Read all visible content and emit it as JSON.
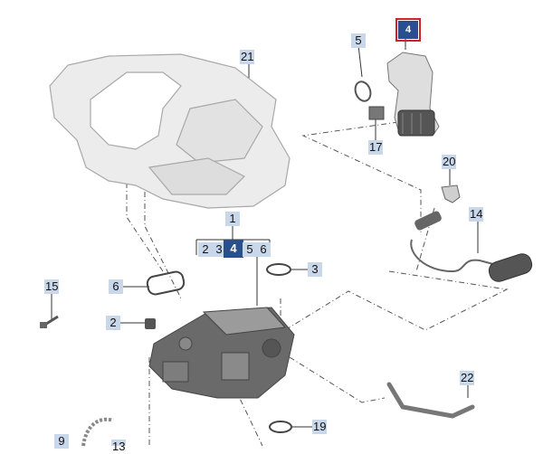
{
  "callouts": {
    "c1": "1",
    "c2a": "2",
    "c2b": "2",
    "c3a": "3",
    "c3b": "3",
    "c4top": "4",
    "c4sel": "4",
    "c5a": "5",
    "c5b": "5",
    "c6a": "6",
    "c6b": "6",
    "c9": "9",
    "c13": "13",
    "c14": "14",
    "c15": "15",
    "c17": "17",
    "c19": "19",
    "c20": "20",
    "c21": "21",
    "c22": "22"
  },
  "colors": {
    "part_fill": "#e9e9e9",
    "part_stroke": "#9a9a9a",
    "dark_part": "#5a5a5a",
    "callout_bg": "#c9d7ea",
    "selected_bg": "#2a4f8f",
    "highlight_border": "#d0202a"
  }
}
